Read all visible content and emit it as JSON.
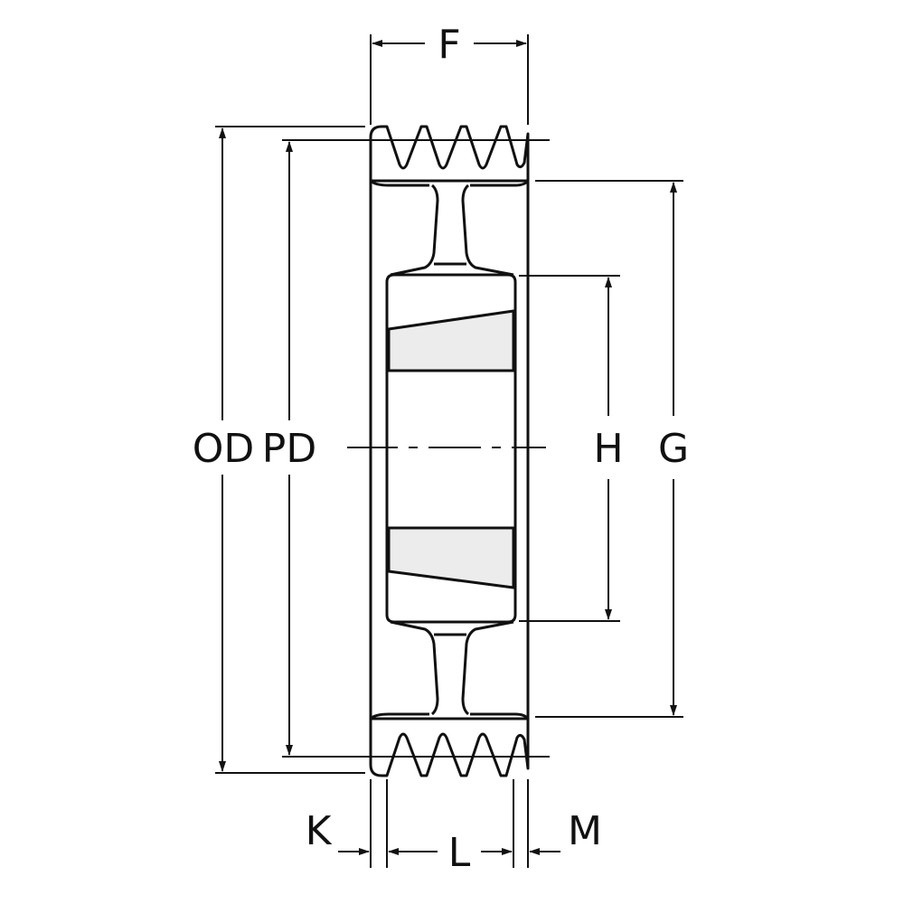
{
  "colors": {
    "stroke": "#111111",
    "hatch_fill": "#ececec",
    "background": "#ffffff"
  },
  "labels": {
    "od": "OD",
    "pd": "PD",
    "f": "F",
    "h": "H",
    "g": "G",
    "k": "K",
    "l": "L",
    "m": "M"
  }
}
